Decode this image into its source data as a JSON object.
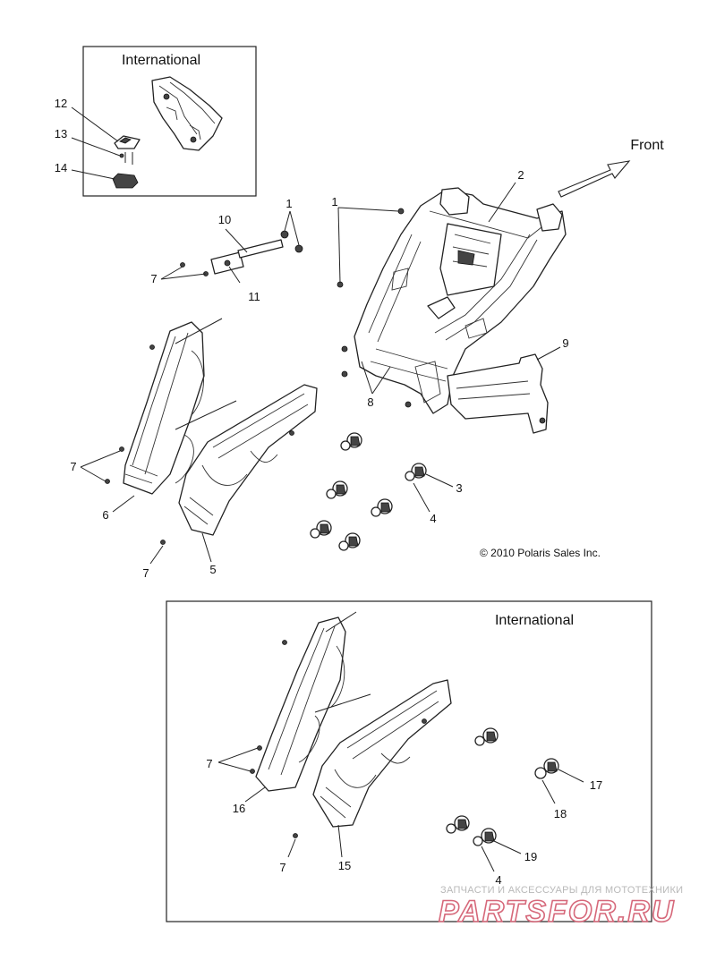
{
  "direction_label": "Front",
  "copyright": "© 2010 Polaris Sales Inc.",
  "top_inset": {
    "title": "International"
  },
  "bottom_inset": {
    "title": "International"
  },
  "callouts": {
    "c1a": "1",
    "c1b": "1",
    "c2": "2",
    "c3": "3",
    "c4a": "4",
    "c4b": "4",
    "c5": "5",
    "c6": "6",
    "c7a": "7",
    "c7b": "7",
    "c7c": "7",
    "c7d": "7",
    "c7e": "7",
    "c8": "8",
    "c9": "9",
    "c10": "10",
    "c11": "11",
    "c12": "12",
    "c13": "13",
    "c14": "14",
    "c15": "15",
    "c16": "16",
    "c17": "17",
    "c18": "18",
    "c19": "19"
  },
  "watermark": {
    "tagline": "ЗАПЧАСТИ И АКСЕССУАРЫ ДЛЯ МОТОТЕХНИКИ",
    "brand": "PARTSFOR.RU"
  }
}
